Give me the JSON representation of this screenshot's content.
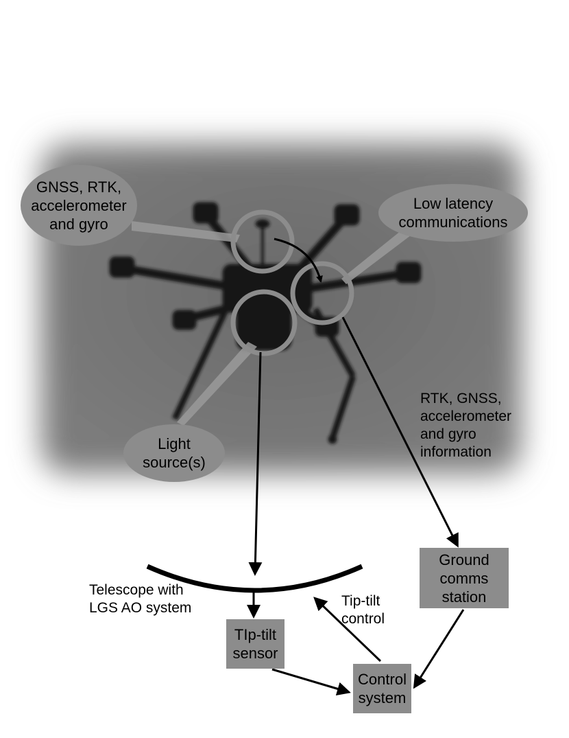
{
  "bubbles": {
    "sensors": "GNSS, RTK,\naccelerometer\nand gyro",
    "comms": "Low latency\ncommunications",
    "light": "Light\nsource(s)"
  },
  "labels": {
    "rtk_info": "RTK, GNSS,\naccelerometer\nand gyro\ninformation",
    "telescope": "Telescope with\nLGS AO system",
    "tip_tilt_control": "Tip-tilt\ncontrol"
  },
  "boxes": {
    "ground": "Ground\ncomms\nstation",
    "sensor": "TIp-tilt\nsensor",
    "control": "Control\nsystem"
  },
  "colors": {
    "highlight_gray": "#8c8c8c",
    "background_photo": "#6f6f6f",
    "drone": "#141414"
  }
}
